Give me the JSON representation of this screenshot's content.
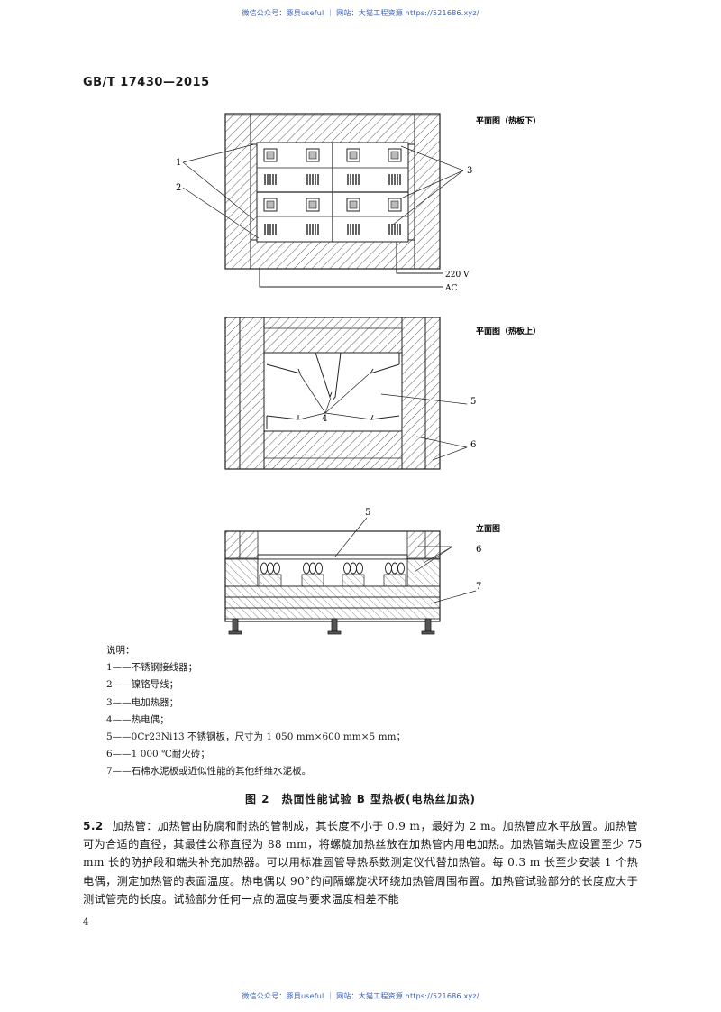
{
  "watermark": {
    "top": "微信公众号：豚貝useful ｜ 网站：大猫工程资源 https://521686.xyz/",
    "bottom": "微信公众号：豚貝useful ｜ 网站：大猫工程资源 https://521686.xyz/"
  },
  "header": {
    "standard_code": "GB/T 17430—2015"
  },
  "figure": {
    "plan_lower": {
      "title": "平面图（热板下）",
      "callouts": [
        "1",
        "2",
        "3"
      ],
      "power_labels": [
        "220 V",
        "AC"
      ]
    },
    "plan_upper": {
      "title": "平面图（热板上）",
      "callouts": [
        "4",
        "5",
        "6"
      ]
    },
    "elevation": {
      "title": "立面图",
      "callouts": [
        "5",
        "6",
        "7"
      ]
    },
    "legend_title": "说明：",
    "legend_items": [
      "1——不锈钢接线器；",
      "2——镍铬导线；",
      "3——电加热器；",
      "4——热电偶；",
      "5——0Cr23Ni13 不锈钢板，尺寸为 1 050 mm×600 mm×5 mm；",
      "6——1 000 ℃耐火砖；",
      "7——石棉水泥板或近似性能的其他纤维水泥板。"
    ],
    "caption": "图 2　热面性能试验 B 型热板(电热丝加热)"
  },
  "section": {
    "number": "5.2",
    "text": "加热管：加热管由防腐和耐热的管制成，其长度不小于 0.9 m，最好为 2 m。加热管应水平放置。加热管可为合适的直径，其最佳公称直径为 88 mm，将螺旋加热丝放在加热管内用电加热。加热管端头应设置至少 75 mm 长的防护段和端头补充加热器。可以用标准圆管导热系数测定仪代替加热管。每 0.3 m 长至少安装 1 个热电偶，测定加热管的表面温度。热电偶以 90°的间隔螺旋状环绕加热管周围布置。加热管试验部分的长度应大于测试管壳的长度。试验部分任何一点的温度与要求温度相差不能"
  },
  "footer": {
    "page_number": "4"
  }
}
